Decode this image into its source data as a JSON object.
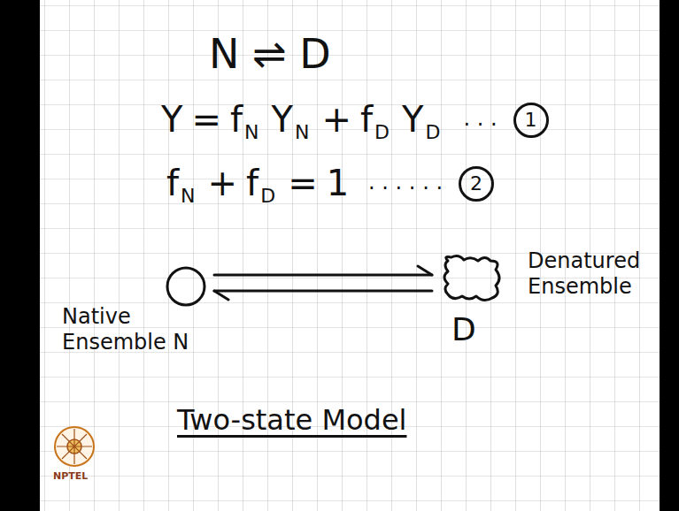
{
  "diagram": {
    "nodes": [
      {
        "text": [
          "Native Ensemble N"
        ]
      },
      {
        "text": [
          "D",
          "Denatured Ensemble"
        ]
      }
    ],
    "edges": [
      {
        "from": 0,
        "to": 1,
        "arrow": "to"
      },
      {
        "from": 1,
        "to": 0,
        "arrow": "to"
      }
    ],
    "labels": [
      "N ⇌ D",
      "Y",
      "=",
      "f",
      "N",
      "Y",
      "N",
      "+",
      "f",
      "D",
      "Y",
      "D",
      "· · ·",
      "1",
      "f",
      "N",
      "+",
      "f",
      "D",
      "=",
      "1",
      "· · · · · ·",
      "2",
      "Two-state Model",
      "NPTEL"
    ]
  }
}
